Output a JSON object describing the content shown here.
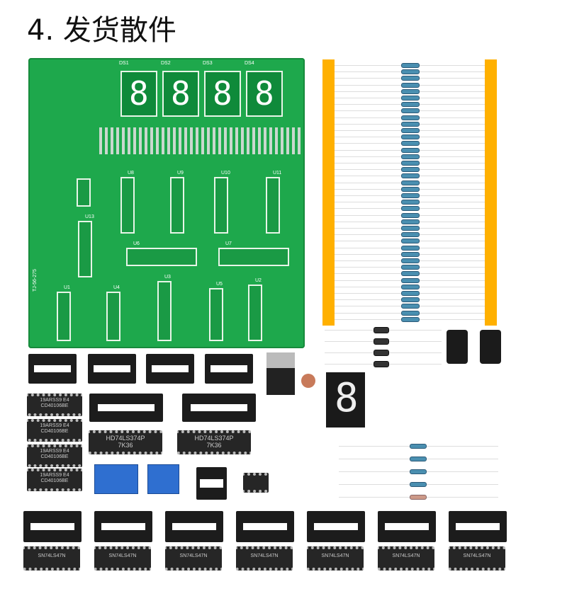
{
  "title": "4. 发货散件",
  "pcb": {
    "display_labels": [
      "DS1",
      "DS2",
      "DS3",
      "DS4"
    ],
    "display_digit": "8",
    "board_code": "TJ-56-275",
    "ic_labels": [
      "U8",
      "U9",
      "U10",
      "U11",
      "U6",
      "U7",
      "U1",
      "U4",
      "U3",
      "U5",
      "U2",
      "U13"
    ]
  },
  "chips": {
    "cd4010_text": [
      "19ARSS9 E4",
      "CD40106BE"
    ],
    "ls374_text": [
      "HD74LS374P",
      "7K36"
    ],
    "bottom_chip_text": "SN74LS47N"
  },
  "single_display_digit": "8",
  "colors": {
    "pcb": "#1ea84c",
    "tape": "#ffb000",
    "terminal": "#2f6fd0"
  }
}
